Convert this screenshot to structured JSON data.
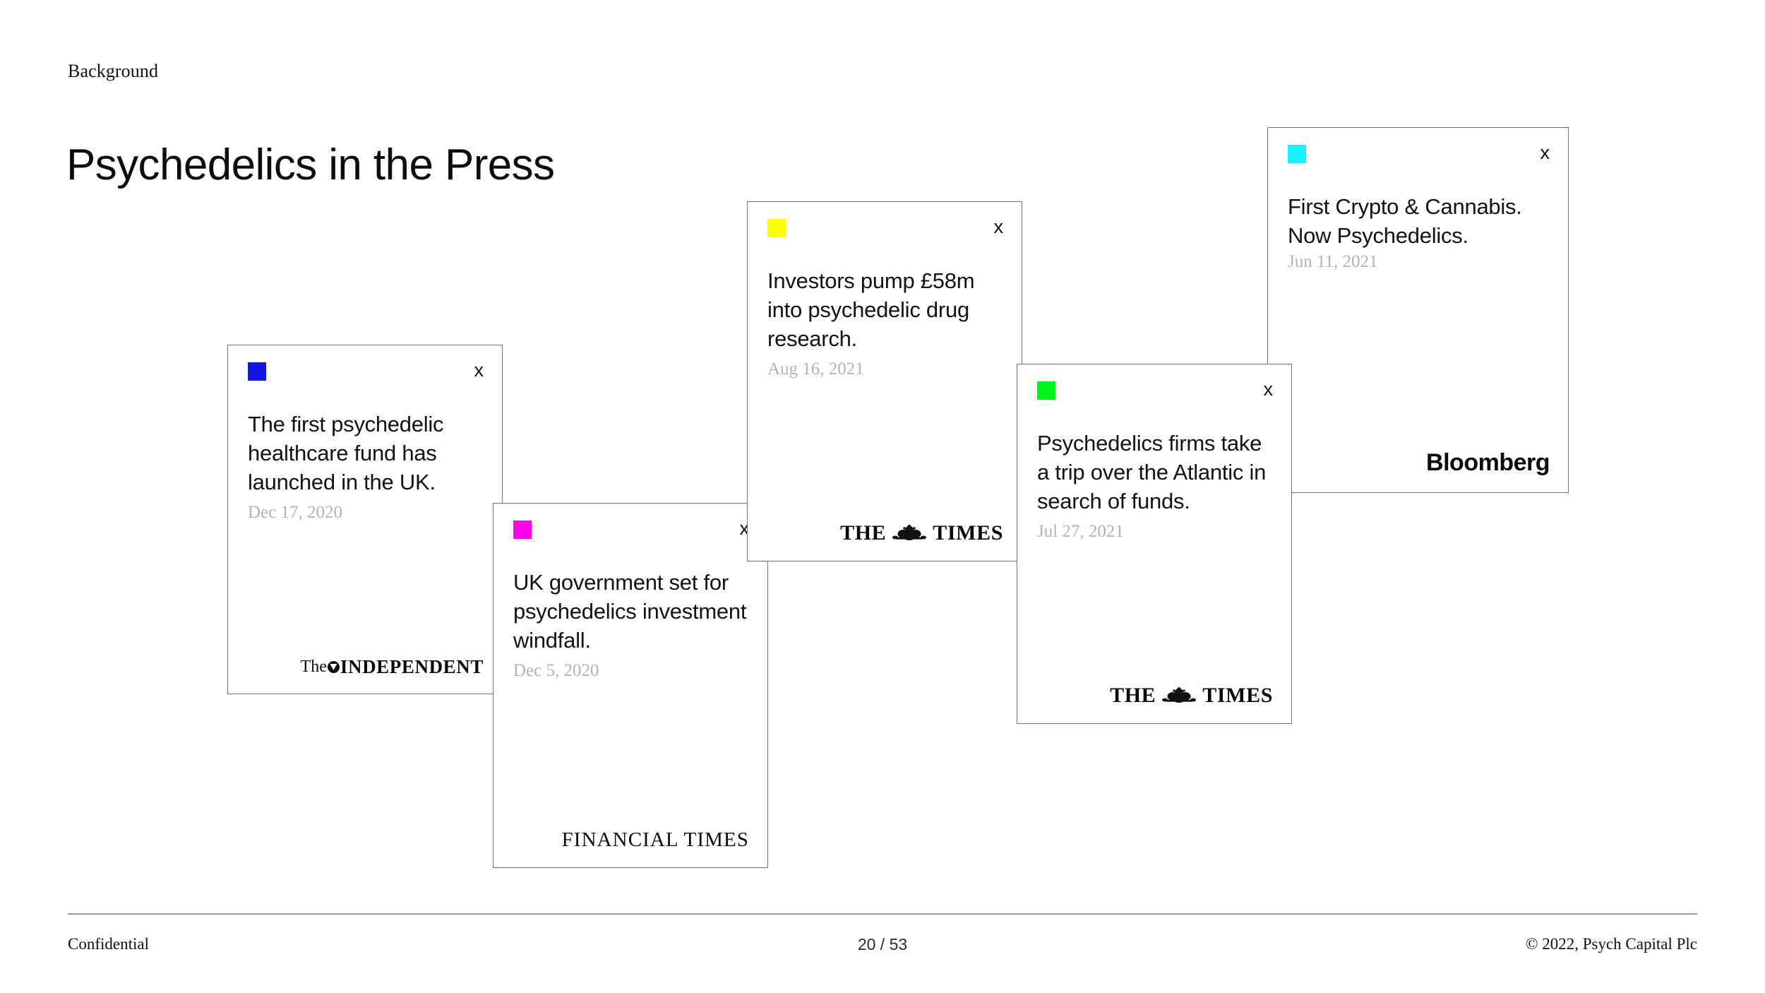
{
  "header": {
    "eyebrow": "Background",
    "title": "Psychedelics in the Press"
  },
  "press_cards": [
    {
      "id": "independent",
      "swatch_color": "#1414e6",
      "swatch_name": "blue-swatch",
      "close_label": "x",
      "headline": "The first psychedelic healthcare fund has launched in the UK.",
      "date": "Dec 17, 2020",
      "publication": "The INDEPENDENT",
      "logo_the": "The",
      "logo_name": "INDEPENDENT"
    },
    {
      "id": "financial-times",
      "swatch_color": "#ff00ea",
      "swatch_name": "magenta-swatch",
      "close_label": "x",
      "headline": "UK government set for psychedelics investment windfall.",
      "date": "Dec 5, 2020",
      "publication": "FINANCIAL TIMES"
    },
    {
      "id": "times-aug",
      "swatch_color": "#fbff00",
      "swatch_name": "yellow-swatch",
      "close_label": "x",
      "headline": "Investors pump £58m into psychedelic drug research.",
      "date": "Aug 16, 2021",
      "publication": "THE TIMES",
      "logo_the": "THE",
      "logo_name": "TIMES"
    },
    {
      "id": "times-jul",
      "swatch_color": "#00f51d",
      "swatch_name": "green-swatch",
      "close_label": "x",
      "headline": "Psychedelics firms take a trip over the Atlantic in search of funds.",
      "date": "Jul 27, 2021",
      "publication": "THE TIMES",
      "logo_the": "THE",
      "logo_name": "TIMES"
    },
    {
      "id": "bloomberg",
      "swatch_color": "#18f0ff",
      "swatch_name": "cyan-swatch",
      "close_label": "x",
      "headline": "First Crypto & Cannabis. Now Psychedelics.",
      "date": "Jun 11, 2021",
      "publication": "Bloomberg"
    }
  ],
  "footer": {
    "left": "Confidential",
    "page": "20 / 53",
    "right": "© 2022, Psych Capital Plc"
  }
}
